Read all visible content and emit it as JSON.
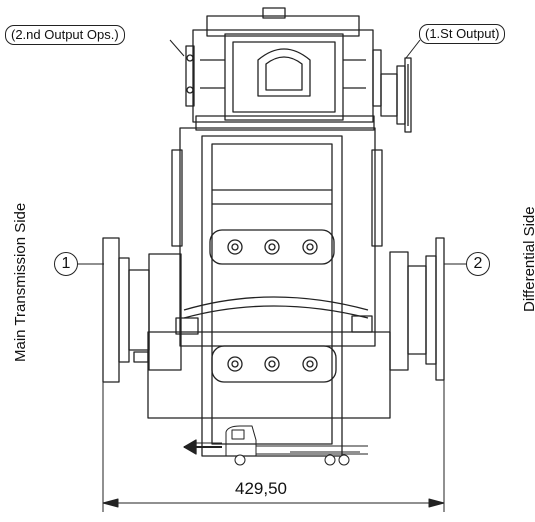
{
  "labels": {
    "second_output": "(2.nd Output Ops.)",
    "first_output": "(1.St Output)",
    "left_side": "Main Transmission Side",
    "right_side": "Differential Side",
    "marker_left": "1",
    "marker_right": "2",
    "width_dimension": "429,50"
  },
  "colors": {
    "line": "#222222",
    "background": "#ffffff"
  }
}
